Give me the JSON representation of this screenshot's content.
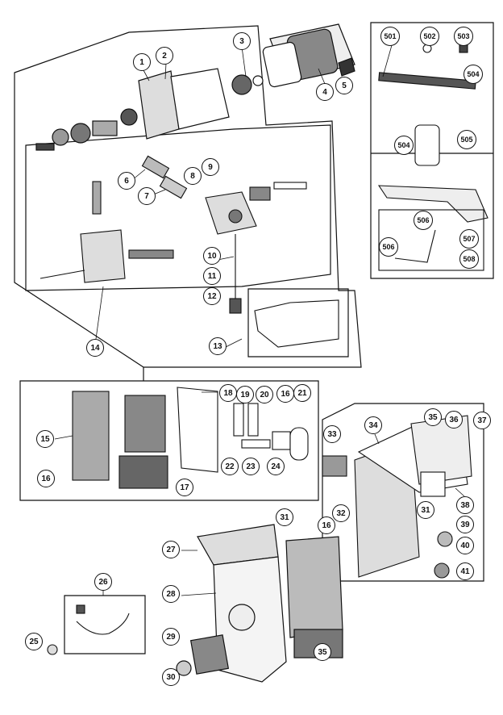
{
  "callouts": [
    "1",
    "2",
    "3",
    "4",
    "5",
    "6",
    "7",
    "8",
    "9",
    "10",
    "11",
    "12",
    "13",
    "14",
    "15",
    "16",
    "17",
    "18",
    "19",
    "20",
    "21",
    "22",
    "23",
    "24",
    "25",
    "26",
    "27",
    "28",
    "29",
    "30",
    "31",
    "32",
    "33",
    "34",
    "35",
    "36",
    "37",
    "38",
    "39",
    "40",
    "41",
    "501",
    "502",
    "503",
    "504",
    "505",
    "506",
    "507",
    "508"
  ],
  "colors": {
    "ink": "#111111",
    "paper": "#ffffff",
    "shade": "#555555"
  }
}
